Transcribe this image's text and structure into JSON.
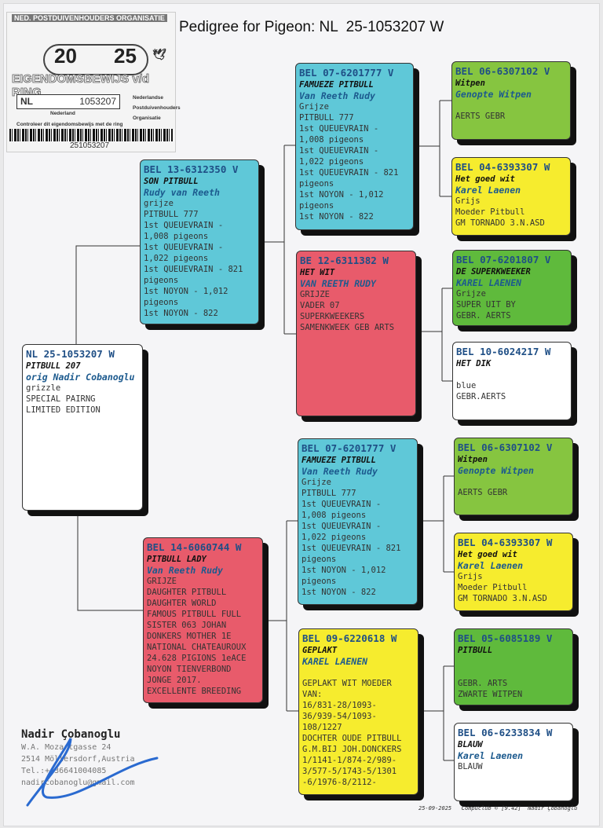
{
  "title": "Pedigree for Pigeon: NL  25-1053207 W",
  "ring_card": {
    "organisation": "NED. POSTDUIVENHOUDERS ORGANISATIE",
    "year_left": "20",
    "year_right": "25",
    "heading": "EIGENDOMSBEWIJS v/d RING",
    "country": "NL",
    "ring_number": "1053207",
    "country_name": "Nederlandse",
    "npo_1": "Nederlandse",
    "npo_2": "Postduivenhouders",
    "npo_3": "Organisatie",
    "land": "Nederland",
    "check_note": "Controleer dit eigendomsbewijs met de ring",
    "barcode_number": "251053207"
  },
  "colors": {
    "cyan": "#5fc8d8",
    "green_light": "#86c540",
    "green": "#5fba3c",
    "yellow": "#f6ec2e",
    "red": "#e85b6b",
    "white": "#ffffff"
  },
  "pigeons": {
    "subject": {
      "ring": "NL  25-1053207 W",
      "name": "PITBULL 207",
      "owner": "orig Nadir Cobanoglu",
      "lines": [
        "grizzle",
        "SPECIAL PAIRNG",
        "LIMITED EDITION"
      ],
      "color": "white"
    },
    "sire": {
      "ring": "BEL 13-6312350 V",
      "name": "SON PITBULL",
      "owner": "Rudy van Reeth",
      "lines": [
        "grijze",
        "PITBULL 777",
        "1st QUEUEVRAIN -",
        "1,008 pigeons",
        "1st QUEUEVRAIN -",
        "1,022 pigeons",
        "1st QUEUEVRAIN - 821",
        "pigeons",
        "1st NOYON - 1,012",
        "pigeons",
        "1st NOYON - 822"
      ],
      "color": "cyan"
    },
    "dam": {
      "ring": "BEL 14-6060744 W",
      "name": "PITBULL LADY",
      "owner": "Van Reeth Rudy",
      "lines": [
        "GRIJZE",
        "DAUGHTER PITBULL",
        "DAUGHTER WORLD",
        "FAMOUS PITBULL FULL",
        "SISTER 063 JOHAN",
        "DONKERS MOTHER 1E",
        "NATIONAL CHATEAUROUX",
        "24.628 PIGIONS 1eACE",
        "NOYON TIENVERBOND",
        "JONGE 2017.",
        "EXCELLENTE BREEDING"
      ],
      "color": "red"
    },
    "ss": {
      "ring": "BEL 07-6201777 V",
      "name": "FAMUEZE PITBULL",
      "owner": "Van Reeth Rudy",
      "lines": [
        "Grijze",
        "PITBULL 777",
        "1st QUEUEVRAIN -",
        "1,008 pigeons",
        "1st QUEUEVRAIN -",
        "1,022 pigeons",
        "1st QUEUEVRAIN - 821",
        "pigeons",
        "1st NOYON - 1,012",
        "pigeons",
        "1st NOYON - 822"
      ],
      "color": "cyan"
    },
    "sd": {
      "ring": "BE 12-6311382 W",
      "name": "HET WIT",
      "owner": "VAN REETH RUDY",
      "lines": [
        "GRIJZE",
        "VADER 07",
        "SUPERKWEEKERS",
        "SAMENKWEEK GEB ARTS"
      ],
      "color": "red"
    },
    "ds": {
      "ring": "BEL 07-6201777 V",
      "name": "FAMUEZE PITBULL",
      "owner": "Van Reeth Rudy",
      "lines": [
        "Grijze",
        "PITBULL 777",
        "1st QUEUEVRAIN -",
        "1,008 pigeons",
        "1st QUEUEVRAIN -",
        "1,022 pigeons",
        "1st QUEUEVRAIN - 821",
        "pigeons",
        "1st NOYON - 1,012",
        "pigeons",
        "1st NOYON - 822"
      ],
      "color": "cyan"
    },
    "dd": {
      "ring": "BEL 09-6220618 W",
      "name": "GEPLAKT",
      "owner": "KAREL LAENEN",
      "lines": [
        "",
        "GEPLAKT WIT MOEDER",
        "VAN:",
        "16/831-28/1093-",
        "36/939-54/1093-",
        "108/1227",
        "DOCHTER OUDE PITBULL",
        "G.M.BIJ JOH.DONCKERS",
        "1/1141-1/874-2/989-",
        "3/577-5/1743-5/1301",
        "-6/1976-8/2112-"
      ],
      "color": "yellow"
    },
    "sss": {
      "ring": "BEL 06-6307102 V",
      "name": "Witpen",
      "owner": "Genopte Witpen",
      "lines": [
        "",
        "AERTS GEBR"
      ],
      "color": "green_light"
    },
    "ssd": {
      "ring": "BEL 04-6393307 W",
      "name": "Het goed wit",
      "owner": "Karel Laenen",
      "lines": [
        "Grijs",
        "Moeder Pitbull",
        "GM TORNADO 3.N.ASD"
      ],
      "color": "yellow"
    },
    "sds": {
      "ring": "BEL 07-6201807 V",
      "name": "DE SUPERKWEEKER",
      "owner": "KAREL LAENEN",
      "lines": [
        "Grijze",
        "SUPER UIT BY",
        "GEBR. AERTS"
      ],
      "color": "green"
    },
    "sdd": {
      "ring": "BEL 10-6024217 W",
      "name": "HET DIK",
      "owner": "",
      "lines": [
        "",
        "blue",
        "GEBR.AERTS"
      ],
      "color": "white"
    },
    "dss": {
      "ring": "BEL 06-6307102 V",
      "name": "Witpen",
      "owner": "Genopte Witpen",
      "lines": [
        "",
        "AERTS GEBR"
      ],
      "color": "green_light"
    },
    "dsd": {
      "ring": "BEL 04-6393307 W",
      "name": "Het goed wit",
      "owner": "Karel Laenen",
      "lines": [
        "Grijs",
        "Moeder Pitbull",
        "GM TORNADO 3.N.ASD"
      ],
      "color": "yellow"
    },
    "dds": {
      "ring": "BEL 05-6085189 V",
      "name": "PITBULL",
      "owner": "",
      "lines": [
        "",
        "",
        "GEBR. ARTS",
        "ZWARTE WITPEN"
      ],
      "color": "green"
    },
    "ddd": {
      "ring": "BEL 06-6233834 W",
      "name": "BLAUW",
      "owner": "Karel Laenen",
      "lines": [
        "BLAUW"
      ],
      "color": "white"
    }
  },
  "contact": {
    "name": "Nadir Çobanoglu",
    "address": "W.A. Mozartgasse 24",
    "city": "2514  Möllersdorf,Austria",
    "phone": "Tel.:+436641004085",
    "email": "nadircobanoglu@gmail.com"
  },
  "footer": "25-09-2025   Compuclub © [9.42]  Nadir Çobanoglu"
}
